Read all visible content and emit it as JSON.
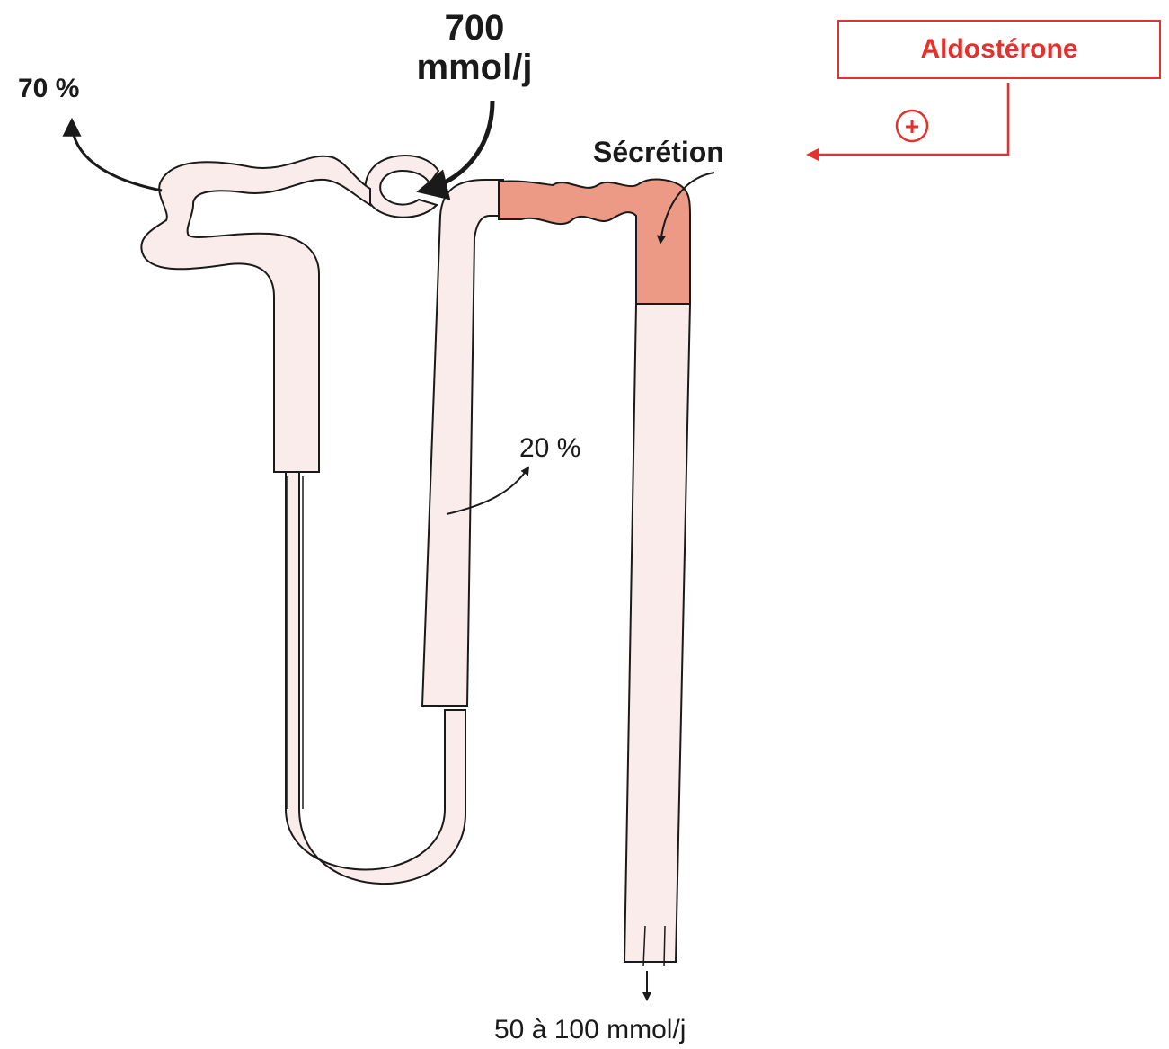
{
  "labels": {
    "load_value": "700",
    "load_unit": "mmol/j",
    "proximal_pct": "70 %",
    "loop_pct": "20 %",
    "secretion": "Sécrétion",
    "hormone": "Aldostérone",
    "plus_sign": "+",
    "urine_output": "50 à 100 mmol/j"
  },
  "colors": {
    "tubule_fill": "#f9eceb",
    "tubule_stroke": "#1a1a1a",
    "secretion_segment": "#ec9a86",
    "hormone_red": "#e3312d",
    "text": "#1a1a1a"
  },
  "icons": {
    "input_arrow": "arrow-icon",
    "reabsorption_arrow": "arrow-icon",
    "secretion_arrow": "arrow-icon",
    "stimulation": "plus-circle-icon",
    "output_arrow": "arrow-down-icon"
  }
}
